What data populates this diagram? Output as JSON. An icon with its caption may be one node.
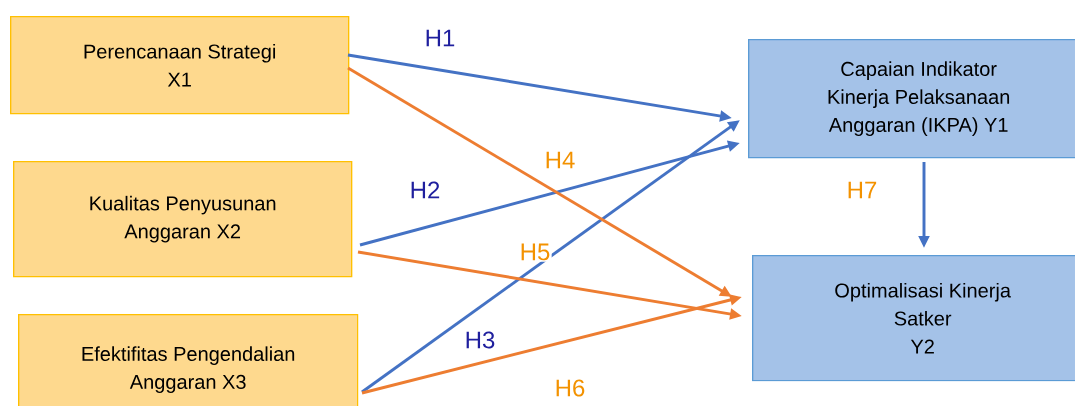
{
  "diagram": {
    "nodes": [
      {
        "text": [
          "Perencanaan Strategi X1"
        ]
      },
      {
        "text": [
          "Kualitas Penyusunan Anggaran X2"
        ]
      },
      {
        "text": [
          "Efektifitas Pengendalian Anggaran X3"
        ]
      },
      {
        "text": [
          "Capaian Indikator Kinerja Pelaksanaan Anggaran (IKPA) Y1"
        ]
      },
      {
        "text": [
          "Optimalisasi Kinerja Satker",
          "Y2"
        ]
      }
    ],
    "edges": [
      {
        "from": 0,
        "to": 3,
        "arrow": "to",
        "label": "H1"
      },
      {
        "from": 1,
        "to": 3,
        "arrow": "to",
        "label": "H2"
      },
      {
        "from": 2,
        "to": 3,
        "arrow": "to",
        "label": "H3"
      },
      {
        "from": 0,
        "to": 4,
        "arrow": "to",
        "label": "H4",
        "color": "#ed7d31"
      },
      {
        "from": 1,
        "to": 4,
        "arrow": "to",
        "label": "H5",
        "color": "#ed7d31"
      },
      {
        "from": 2,
        "to": 4,
        "arrow": "to",
        "label": "H6",
        "color": "#ed7d31"
      },
      {
        "from": 3,
        "to": 4,
        "arrow": "to",
        "label": "H7"
      }
    ]
  }
}
